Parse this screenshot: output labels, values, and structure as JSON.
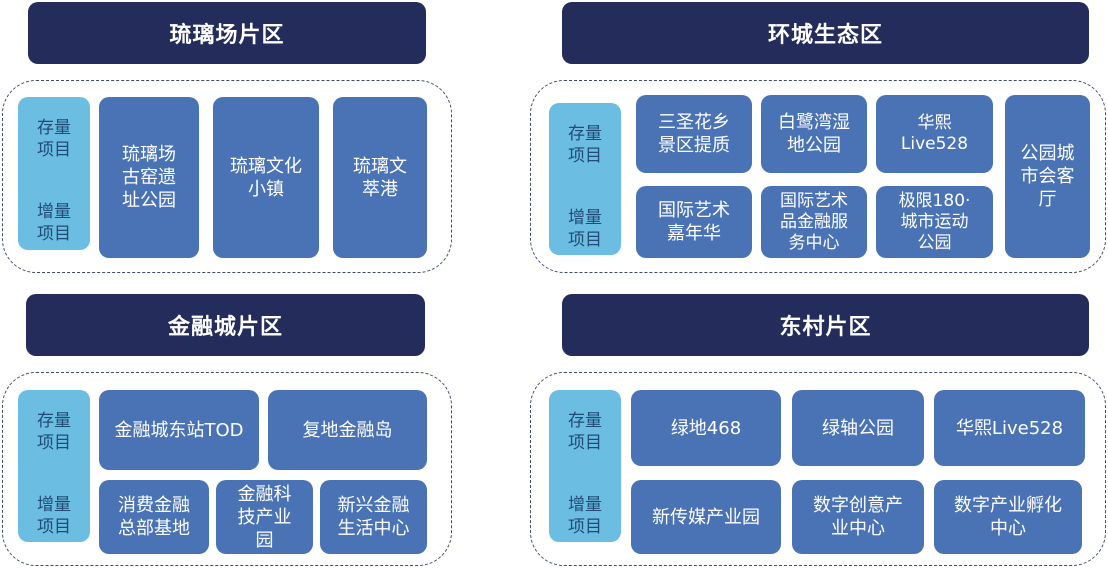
{
  "zones": [
    {
      "title": "琉璃场片区",
      "side_labels": [
        "存量\n项目",
        "增量\n项目"
      ],
      "items": [
        "琉璃场\n古窑遗\n址公园",
        "琉璃文化\n小镇",
        "琉璃文\n萃港"
      ]
    },
    {
      "title": "环城生态区",
      "side_labels": [
        "存量\n项目",
        "增量\n项目"
      ],
      "items": [
        "三圣花乡\n景区提质",
        "白鹭湾湿\n地公园",
        "华熙\nLive528",
        "公园城\n市会客\n厅",
        "国际艺术\n嘉年华",
        "国际艺术\n品金融服\n务中心",
        "极限180·\n城市运动\n公园"
      ]
    },
    {
      "title": "金融城片区",
      "side_labels": [
        "存量\n项目",
        "增量\n项目"
      ],
      "items": [
        "金融城东站TOD",
        "复地金融岛",
        "消费金融\n总部基地",
        "金融科\n技产业\n园",
        "新兴金融\n生活中心"
      ]
    },
    {
      "title": "东村片区",
      "side_labels": [
        "存量\n项目",
        "增量\n项目"
      ],
      "items": [
        "绿地468",
        "绿轴公园",
        "华熙Live528",
        "新传媒产业园",
        "数字创意产\n业中心",
        "数字产业孵化\n中心"
      ]
    }
  ]
}
